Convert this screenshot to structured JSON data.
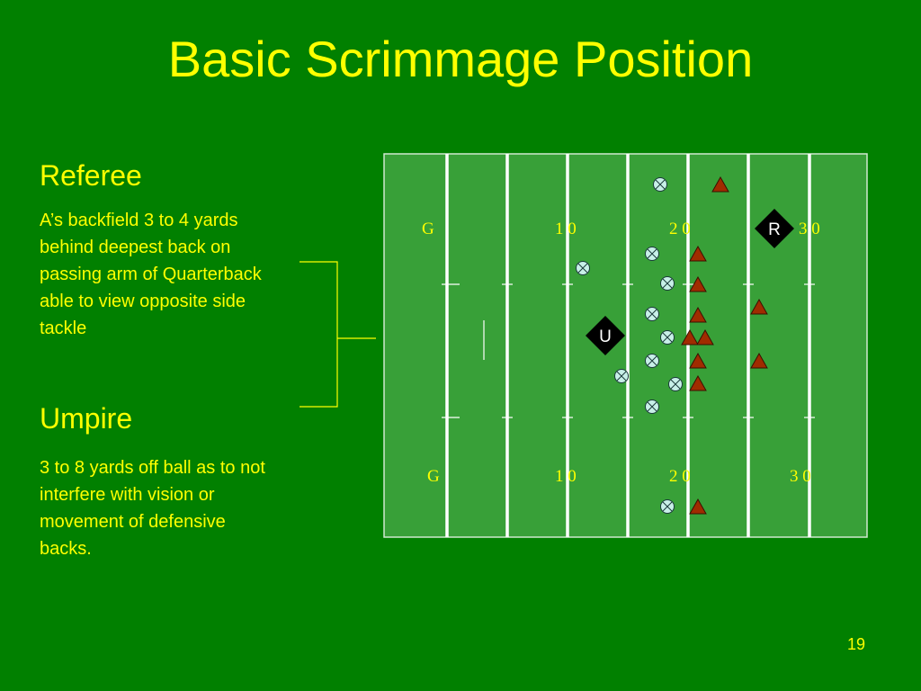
{
  "slide": {
    "title": "Basic Scrimmage Position",
    "number": "19"
  },
  "referee": {
    "heading": "Referee",
    "text": "A’s backfield 3 to 4 yards behind deepest back on passing arm of Quarterback able to view opposite side tackle"
  },
  "umpire": {
    "heading": "Umpire",
    "text": "3 to 8 yards off ball as to not interfere with vision or movement of defensive backs."
  },
  "field": {
    "top_yard_labels": [
      "G",
      "1 0",
      "2 0",
      "3 0"
    ],
    "bottom_yard_labels": [
      "G",
      "1 0",
      "2 0",
      "3 0"
    ],
    "official_markers": [
      "R",
      "U"
    ],
    "colors": {
      "background": "#018000",
      "field": "#38a038",
      "offense_marker": "#a02c00",
      "defense_marker": "#c8f0e8",
      "official_marker": "#000000",
      "text": "#ffff00"
    }
  }
}
